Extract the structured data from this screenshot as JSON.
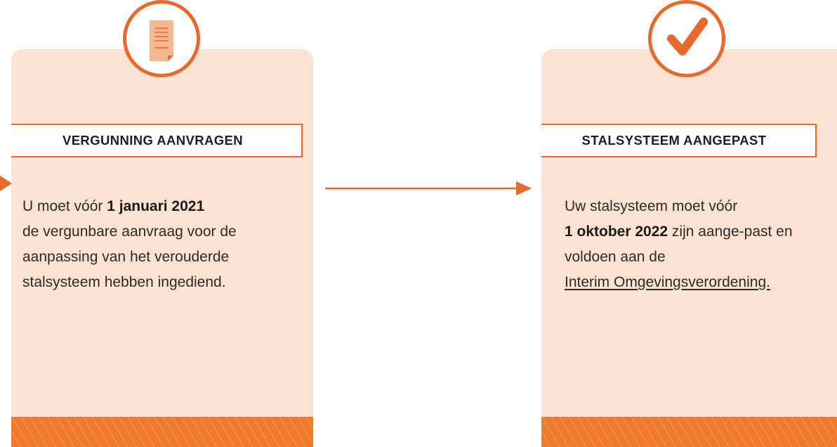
{
  "steps": [
    {
      "title": "VERGUNNING AANVRAGEN",
      "text_before": "U moet vóór ",
      "bold": "1 januari 2021",
      "text_after": "de vergunbare aanvraag voor de aanpassing van het verouderde stalsysteem hebben ingediend.",
      "icon": "document-icon"
    },
    {
      "title": "STALSYSTEEM AANGEPAST",
      "text_before": "Uw stalsysteem moet vóór",
      "bold": "1 oktober 2022",
      "text_after": " zijn aange-past en voldoen aan de ",
      "link": "Interim Omgevingsverordening.",
      "icon": "checkmark-icon"
    }
  ],
  "colors": {
    "accent": "#e8692a",
    "card_background": "#fce3d1",
    "stripe": "#ef7a2a"
  }
}
